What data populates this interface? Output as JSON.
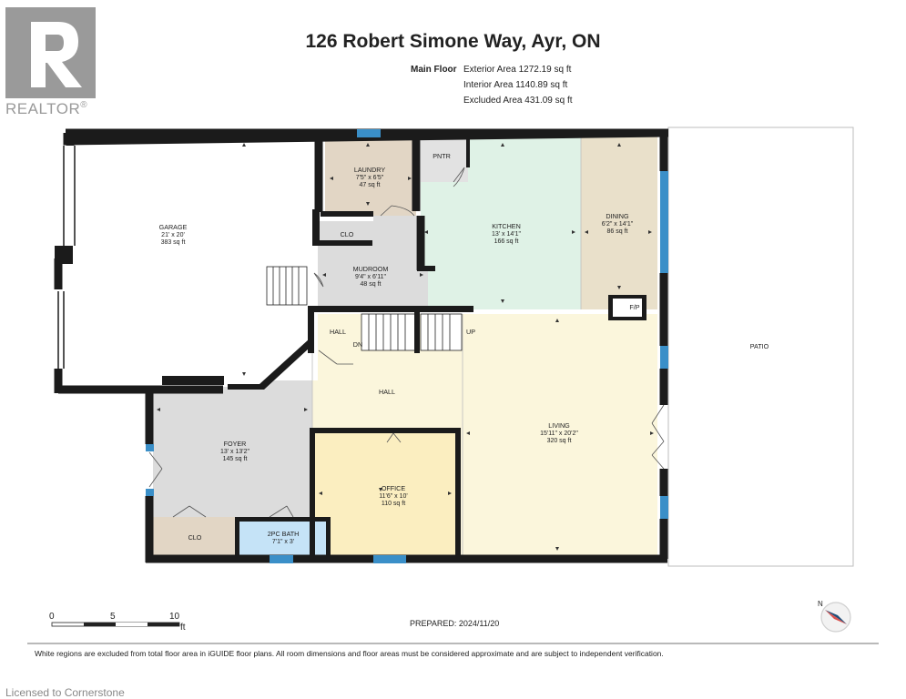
{
  "header": {
    "title": "126 Robert Simone Way, Ayr, ON",
    "floor_label": "Main Floor",
    "areas": [
      "Exterior Area 1272.19 sq ft",
      "Interior Area 1140.89 sq ft",
      "Excluded Area 431.09 sq ft"
    ]
  },
  "logo": {
    "text": "REALTOR",
    "mark": "®"
  },
  "rooms": {
    "garage": {
      "name": "GARAGE",
      "dims": "21' x 20'",
      "area": "383 sq ft",
      "color": "#ffffff"
    },
    "laundry": {
      "name": "LAUNDRY",
      "dims": "7'5\" x 6'5\"",
      "area": "47 sq ft",
      "color": "#e2d6c5"
    },
    "pntr": {
      "name": "PNTR",
      "color": "#e2e2e2"
    },
    "kitchen": {
      "name": "KITCHEN",
      "dims": "13' x 14'1\"",
      "area": "166 sq ft",
      "color": "#dff2e6"
    },
    "dining": {
      "name": "DINING",
      "dims": "6'2\" x 14'1\"",
      "area": "86 sq ft",
      "color": "#e9e0ca"
    },
    "fp": {
      "name": "F/P"
    },
    "clo_mud": {
      "name": "CLO"
    },
    "mudroom": {
      "name": "MUDROOM",
      "dims": "9'4\" x 6'11\"",
      "area": "48 sq ft",
      "color": "#dcdcdc"
    },
    "hall_small": {
      "name": "HALL"
    },
    "dn": {
      "name": "DN"
    },
    "up": {
      "name": "UP"
    },
    "patio": {
      "name": "PATIO",
      "color": "#ffffff"
    },
    "hall": {
      "name": "HALL",
      "color": "#fbf6dc"
    },
    "foyer": {
      "name": "FOYER",
      "dims": "13' x 13'2\"",
      "area": "145 sq ft",
      "color": "#dcdcdc"
    },
    "living": {
      "name": "LIVING",
      "dims": "15'11\" x 20'2\"",
      "area": "320 sq ft",
      "color": "#fbf6dc"
    },
    "office": {
      "name": "OFFICE",
      "dims": "11'6\" x 10'",
      "area": "110 sq ft",
      "color": "#fbeec0"
    },
    "clo_foyer": {
      "name": "CLO",
      "color": "#e2d6c5"
    },
    "bath": {
      "name": "2PC BATH",
      "dims": "7'1\" x 3'",
      "color": "#c5e3f7"
    }
  },
  "scale": {
    "ticks": [
      "0",
      "5",
      "10"
    ],
    "unit": "ft"
  },
  "prepared": "PREPARED: 2024/11/20",
  "footer_note": "White regions are excluded from total floor area in iGUIDE floor plans. All room dimensions and floor areas must be considered approximate and are subject to independent verification.",
  "licensed": "Licensed to Cornerstone",
  "compass": {
    "north_label": "N"
  },
  "colors": {
    "wall": "#1b1b1b",
    "window": "#3a8fc8",
    "text": "#222222",
    "divider": "#bdbdbd"
  }
}
